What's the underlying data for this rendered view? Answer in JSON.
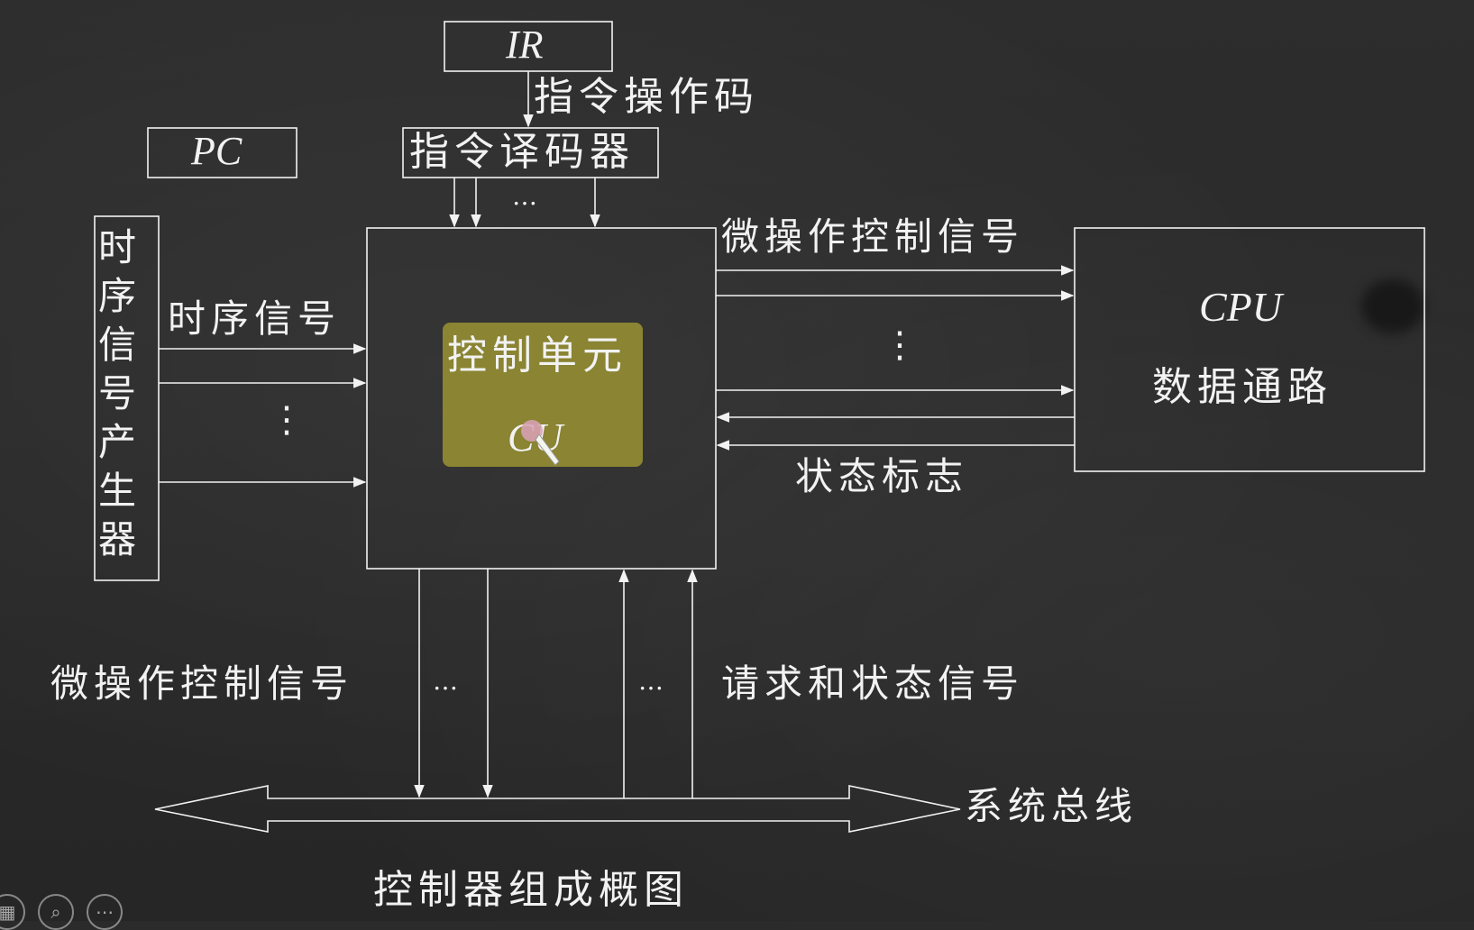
{
  "labels": {
    "ir": "IR",
    "pc": "PC",
    "opcode": "指令操作码",
    "decoder": "指令译码器",
    "timing_gen": "时序信号产生器",
    "timing_signal": "时序信号",
    "cu_name": "控制单元",
    "cu_abbr": "CU",
    "micro_ctrl_right": "微操作控制信号",
    "cpu": "CPU",
    "datapath": "数据通路",
    "status_flags": "状态标志",
    "micro_ctrl_bottom": "微操作控制信号",
    "request_status": "请求和状态信号",
    "system_bus": "系统总线",
    "caption": "控制器组成概图"
  },
  "ellipsis": "…",
  "vdots": "⋮",
  "colors": {
    "chalkboard": "#2b2b2b",
    "chalk": "#f2f2f2",
    "cu_fill": "#8a8433",
    "cursor_dot": "#d9a2b8"
  },
  "icons": [
    "chalk-cursor-icon",
    "grid-icon",
    "search-icon",
    "more-icon"
  ]
}
